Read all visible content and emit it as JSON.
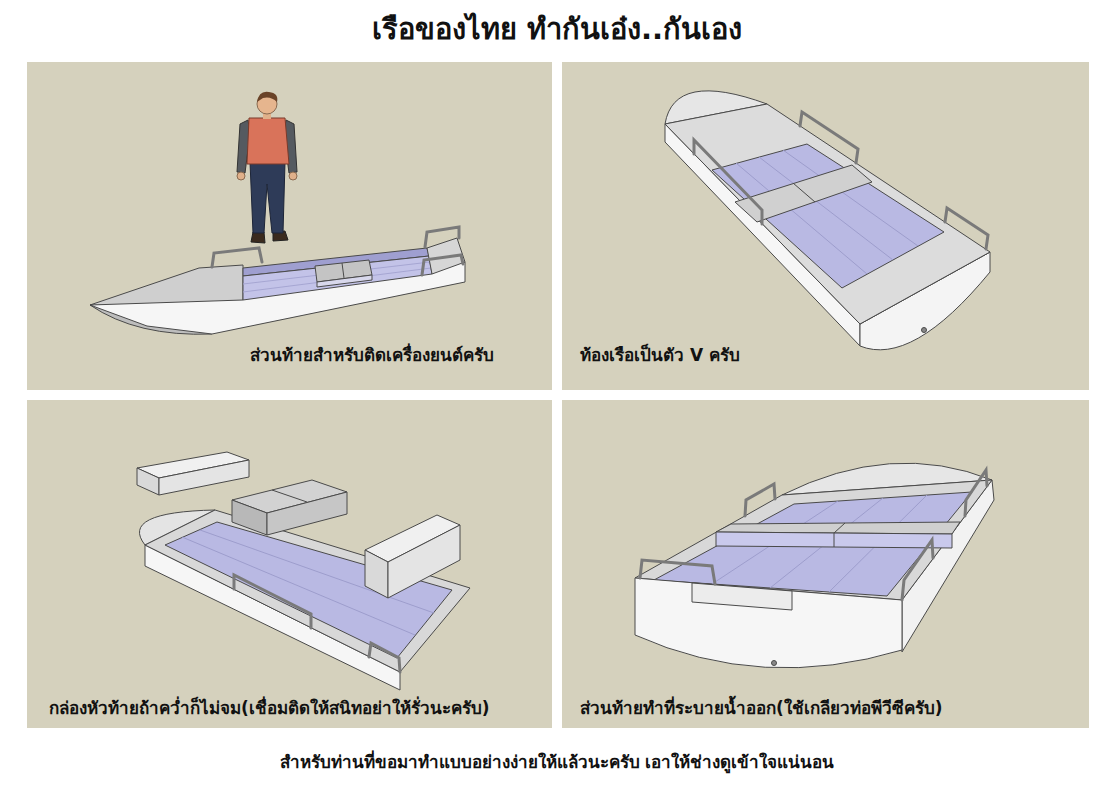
{
  "diagram": {
    "title": "เรือของไทย ทำกันเอ๋ง..กันเอง",
    "caption": "สำหรับท่านที่ขอมาทำแบบอย่างง่ายให้แล้วนะครับ เอาให้ช่างดูเข้าใจแน่นอน",
    "nodes": [
      {
        "text": [
          "ส่วนท้ายสำหรับติดเครื่องยนต์ครับ"
        ]
      },
      {
        "text": [
          "ท้องเรือเป็นตัว V ครับ"
        ]
      },
      {
        "text": [
          "กล่องหัวท้ายถ้าคว่ำก็ไม่จม(เชื่อมติดให้สนิทอย่าให้รั่วนะครับ)"
        ]
      },
      {
        "text": [
          "ส่วนท้ายทำที่ระบายน้ำออก(ใช้เกลียวท่อพีวีซีครับ)"
        ]
      }
    ]
  }
}
